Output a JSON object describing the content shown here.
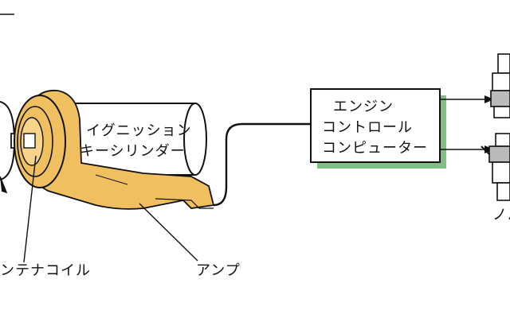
{
  "cylinder": {
    "line1": "イグニッション",
    "line2": "キーシリンダー"
  },
  "computer": {
    "line1": "エンジン",
    "line2": "コントロール",
    "line3": "コンピューター"
  },
  "labels": {
    "antenna_coil": "ンテナコイル",
    "amp": "アンプ",
    "valve_partial": "ノバ"
  },
  "colors": {
    "amp_body": "#f0c060",
    "computer_shadow": "#7fbf7f",
    "line": "#111111"
  }
}
